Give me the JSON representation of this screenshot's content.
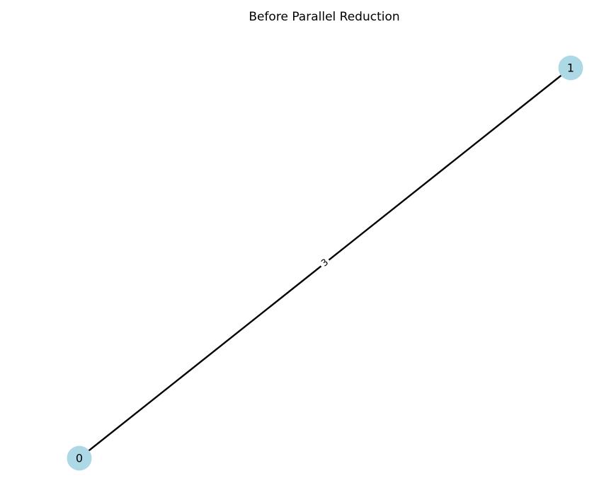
{
  "title": "Before Parallel Reduction",
  "colors": {
    "node_fill": "#add8e6",
    "edge": "#000000",
    "background": "#ffffff"
  },
  "nodes": [
    {
      "id": "0",
      "label": "0"
    },
    {
      "id": "1",
      "label": "1"
    }
  ],
  "edges": [
    {
      "source": "0",
      "target": "1",
      "label": "3"
    }
  ]
}
